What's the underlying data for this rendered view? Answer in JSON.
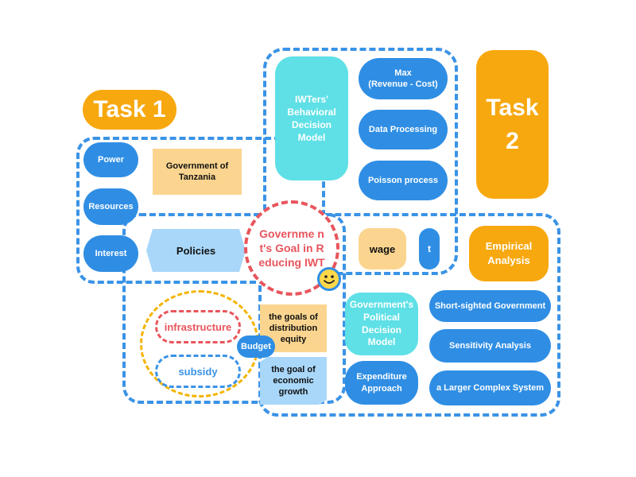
{
  "task1": "Task 1",
  "task2": {
    "line1": "Task",
    "line2": "2"
  },
  "behavioral_model": "IWTers' Behavioral Decision Model",
  "max_profit": {
    "line1": "Max",
    "line2": "(Revenue - Cost)"
  },
  "data_processing": "Data Processing",
  "poisson_process": "Poisson process",
  "power": "Power",
  "resources": "Resources",
  "interest": "Interest",
  "government_of_tanzania": "Government of Tanzania",
  "policies": "Policies",
  "goal_reducing_iwt": "Governme nt's Goal in Reducing IWT",
  "wage": "wage",
  "t": "t",
  "empirical_analysis": "Empirical Analysis",
  "infrastructure": "infrastructure",
  "subsidy": "subsidy",
  "budget": "Budget",
  "goals_distribution_equity": "the goals of distribution equity",
  "goal_economic_growth": "the goal of economic growth",
  "political_model": "Government's Political Decision Model",
  "expenditure_approach": "Expenditure Approach",
  "short_sighted": "Short-sighted Government",
  "sensitivity_analysis": "Sensitivity Analysis",
  "larger_system": "a Larger Complex System",
  "colors": {
    "blue": "#2f8ee4",
    "dashed_blue": "#3a93e6",
    "cyan": "#5ee0e6",
    "orange": "#f7a80f",
    "sand": "#fbd58f",
    "light_blue": "#a9d7f9",
    "red": "#e8555d",
    "yellow_ring": "#f4b400"
  },
  "icons": {
    "smiley": "smiley-face-icon"
  }
}
